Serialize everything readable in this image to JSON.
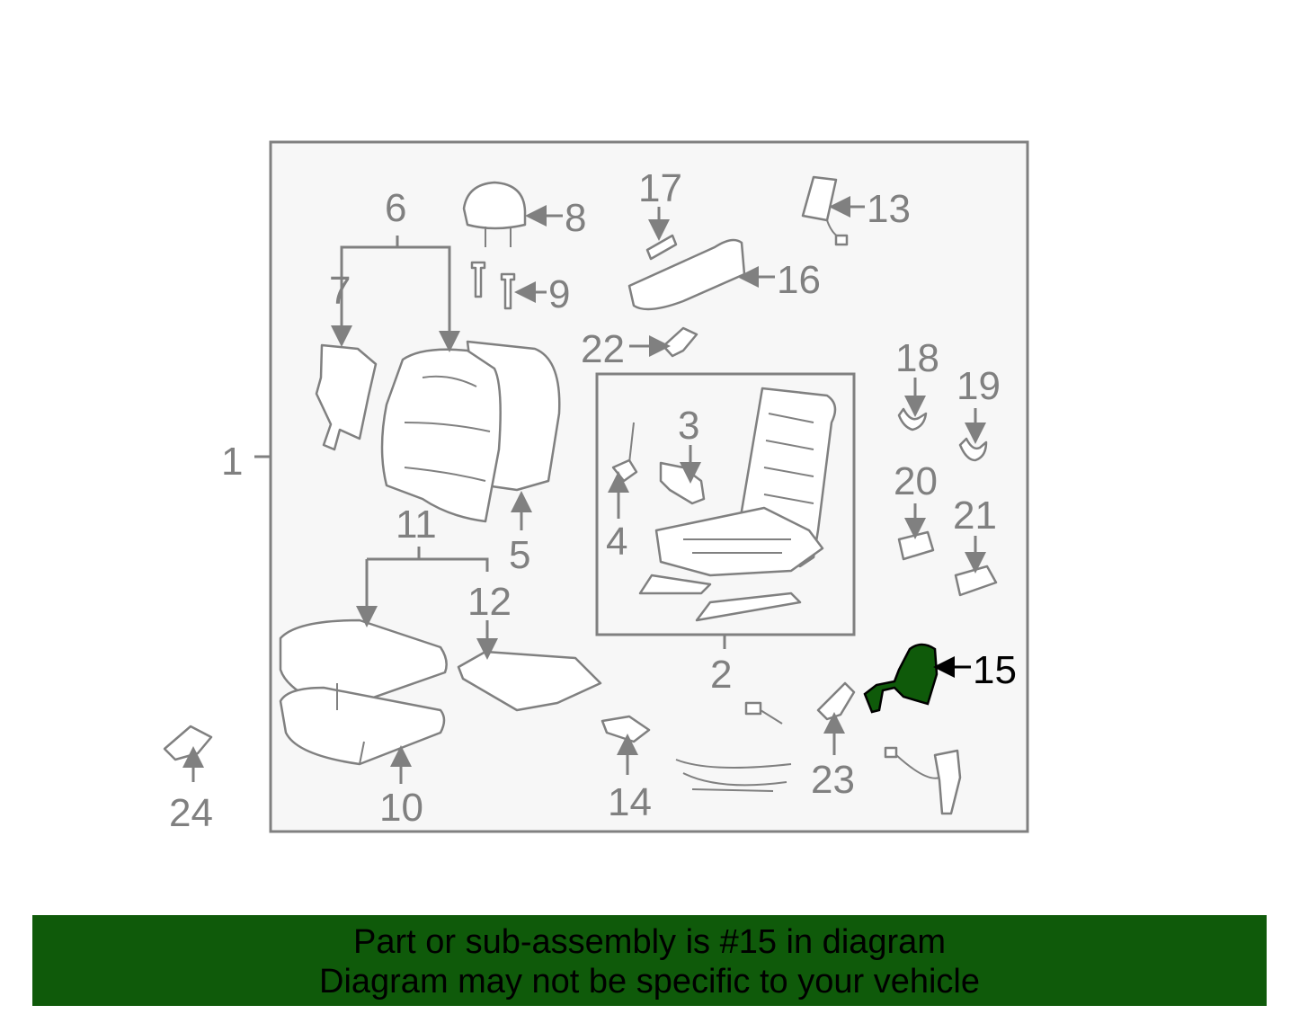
{
  "diagram": {
    "callouts": {
      "c1": "1",
      "c2": "2",
      "c3": "3",
      "c4": "4",
      "c5": "5",
      "c6": "6",
      "c7": "7",
      "c8": "8",
      "c9": "9",
      "c10": "10",
      "c11": "11",
      "c12": "12",
      "c13": "13",
      "c14": "14",
      "c15": "15",
      "c16": "16",
      "c17": "17",
      "c18": "18",
      "c19": "19",
      "c20": "20",
      "c21": "21",
      "c22": "22",
      "c23": "23",
      "c24": "24"
    },
    "highlighted_part": "15",
    "colors": {
      "highlight": "#0f5a0a",
      "outline": "#808080",
      "box_fill": "#f7f7f7",
      "banner": "#0f5a0a"
    }
  },
  "banner": {
    "line1": "Part or sub-assembly is #15 in diagram",
    "line2": "Diagram may not be specific to your vehicle"
  }
}
